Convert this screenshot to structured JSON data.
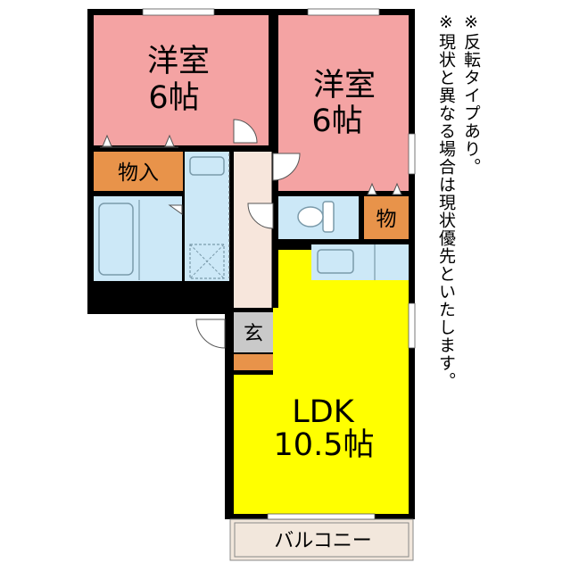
{
  "rooms": {
    "western_room_left": {
      "name": "洋室",
      "size": "6帖",
      "color": "#f4a3a3"
    },
    "western_room_right": {
      "name": "洋室",
      "size": "6帖",
      "color": "#f4a3a3"
    },
    "storage_large": {
      "label": "物入",
      "color": "#e8934a"
    },
    "storage_small": {
      "label": "物",
      "color": "#e8934a"
    },
    "entrance": {
      "label": "玄",
      "color": "#c9c9c9"
    },
    "ldk": {
      "name": "LDK",
      "size": "10.5帖",
      "color": "#ffff00"
    },
    "balcony": {
      "label": "バルコニー",
      "color": "#f2e7dc"
    },
    "wet_area_color": "#cce8f7",
    "hallway_color": "#f7e6dc",
    "wall_color": "#000000"
  },
  "notes": {
    "reverse_type": "※反転タイプあり。",
    "priority": "※現状と異なる場合は現状優先といたします。"
  }
}
